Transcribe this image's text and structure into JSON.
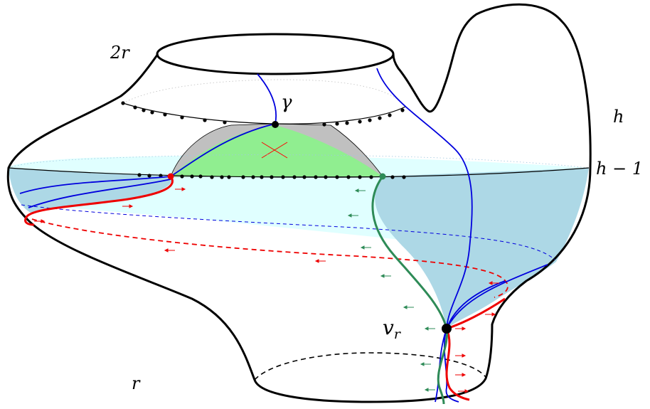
{
  "labels": {
    "two_r": "2r",
    "gamma": "γ",
    "h": "h",
    "h_minus_1": "h − 1",
    "v_r": "v",
    "v_r_sub": "r",
    "r": "r"
  },
  "colors": {
    "outline": "#000000",
    "blue_curve": "#0000dd",
    "red_curve": "#ee0000",
    "green_curve": "#2e8b57",
    "deep_water": "#add8e6",
    "light_water": "#e0ffff",
    "grey_region": "#c0c0c0",
    "green_region": "#90ee90",
    "cross": "#ff0000"
  }
}
